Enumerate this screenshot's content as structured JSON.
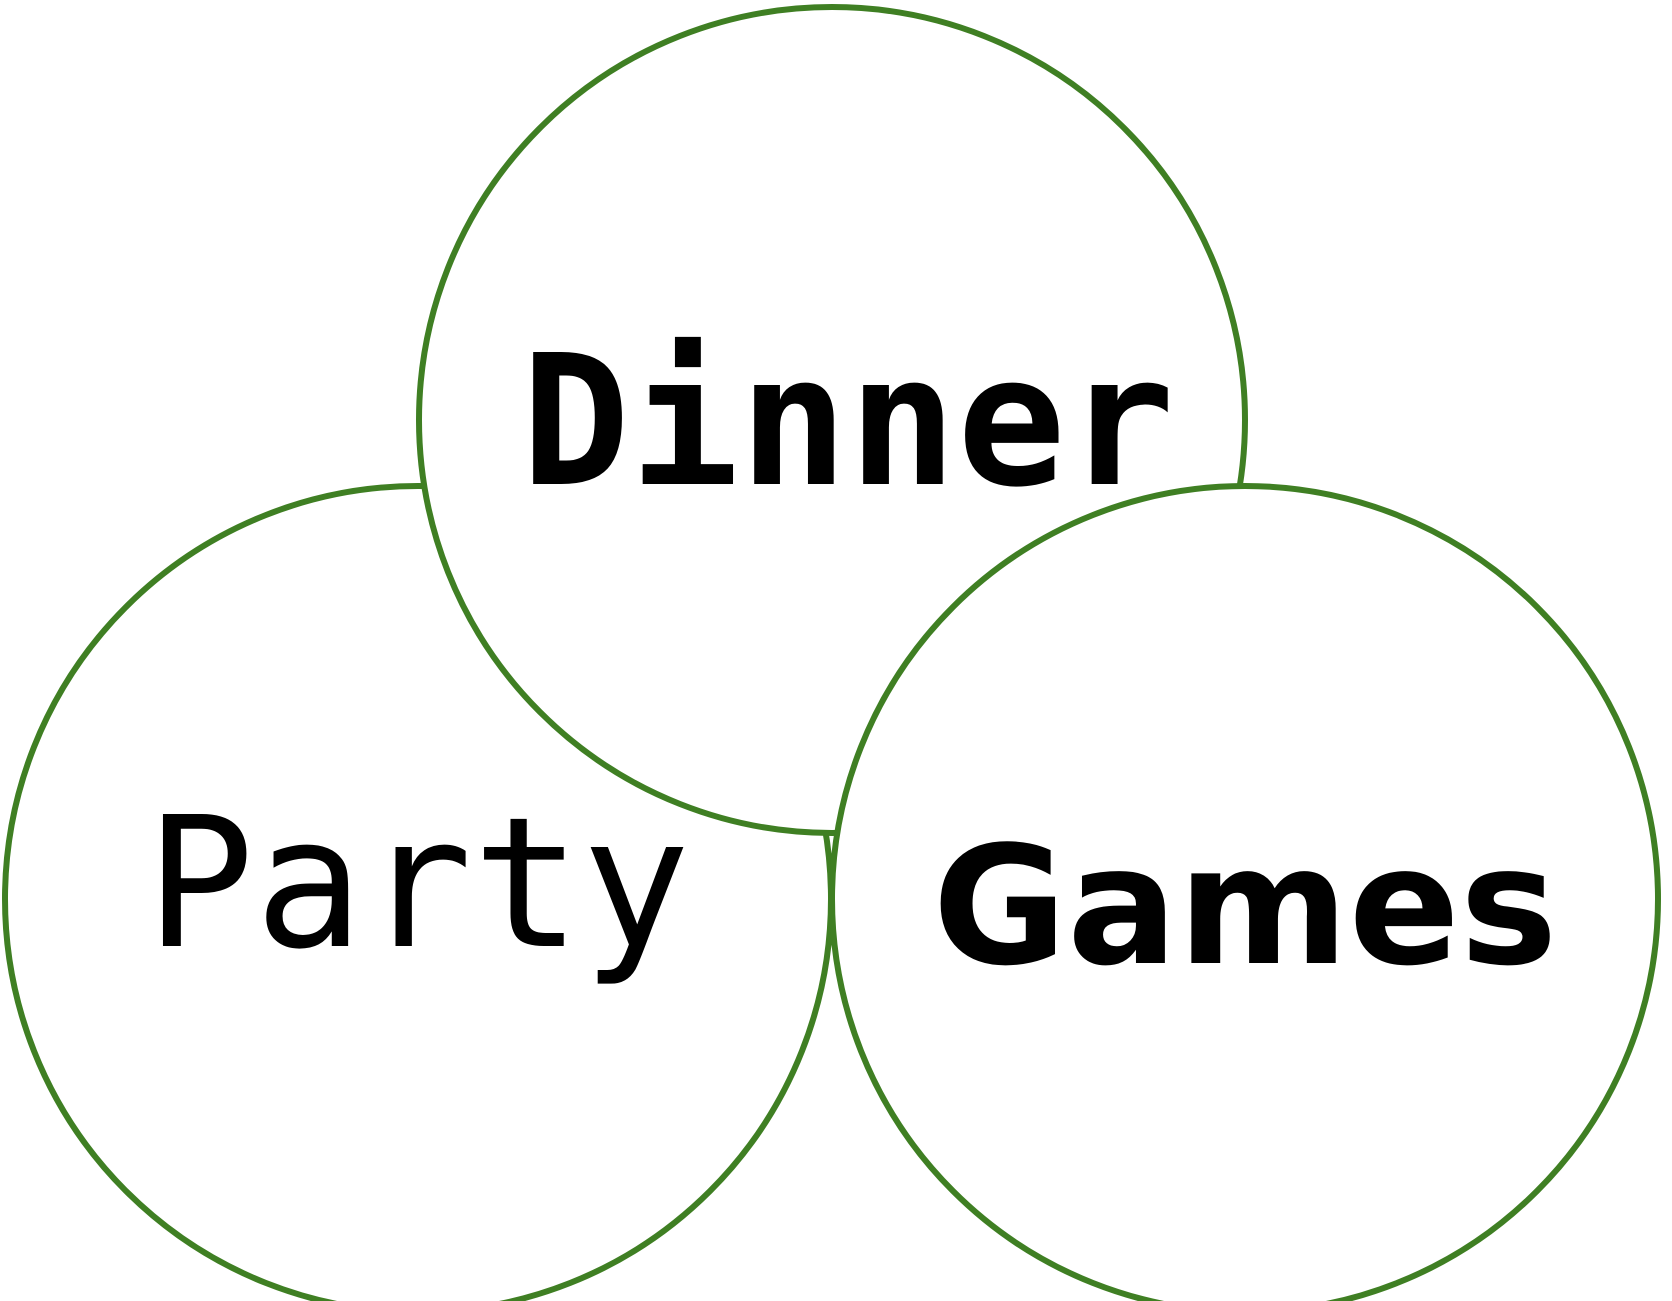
{
  "diagram": {
    "stroke_color": "#3f7f23",
    "fill_color": "#ffffff",
    "text_color": "#000000",
    "circles": [
      {
        "id": "dinner",
        "label": "Dinner"
      },
      {
        "id": "party",
        "label": "Party"
      },
      {
        "id": "games",
        "label": "Games"
      }
    ]
  }
}
